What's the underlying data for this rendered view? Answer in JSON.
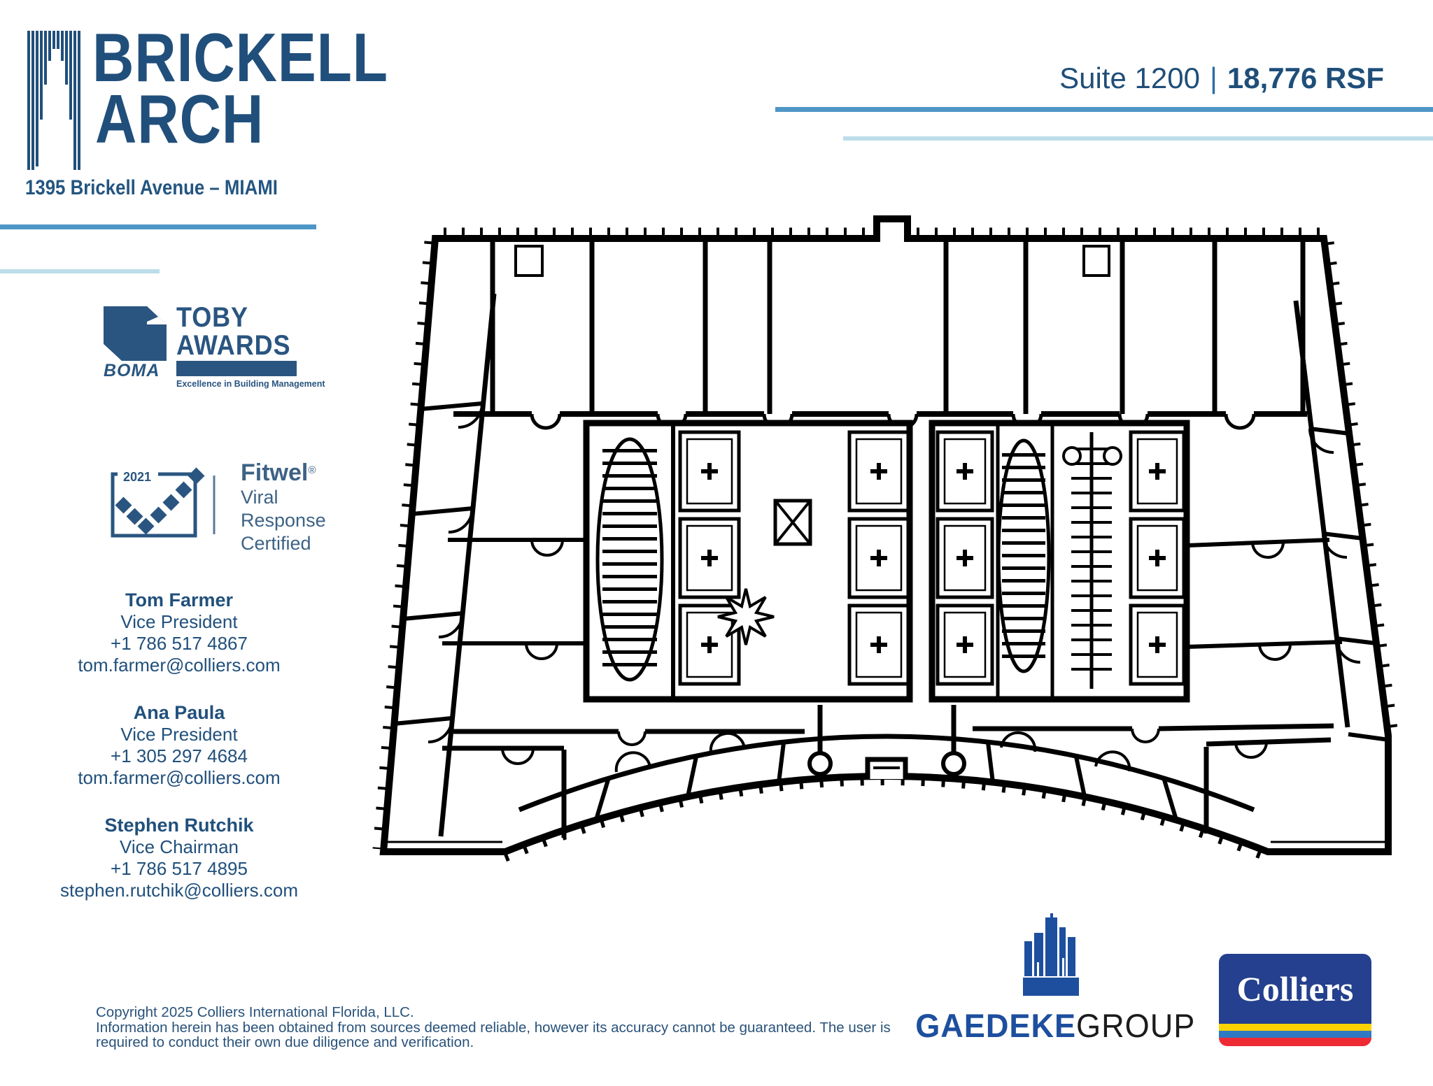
{
  "brand": {
    "line1": "BRICKELL",
    "line2": "ARCH",
    "address": "1395 Brickell Avenue – MIAMI"
  },
  "suite": {
    "label": "Suite 1200",
    "divider": "|",
    "rsf": "18,776 RSF"
  },
  "toby": {
    "line1": "TOBY",
    "line2": "AWARDS",
    "org": "BOMA",
    "tagline": "Excellence in Building Management"
  },
  "fitwel": {
    "year": "2021",
    "name": "Fitwel",
    "reg": "®",
    "line2": "Viral Response",
    "line3": "Certified"
  },
  "contacts": [
    {
      "name": "Tom Farmer",
      "title": "Vice President",
      "phone": "+1 786 517 4867",
      "email": "tom.farmer@colliers.com"
    },
    {
      "name": "Ana Paula",
      "title": "Vice President",
      "phone": "+1 305 297 4684",
      "email": "tom.farmer@colliers.com"
    },
    {
      "name": "Stephen Rutchik",
      "title": "Vice Chairman",
      "phone": "+1 786 517 4895",
      "email": "stephen.rutchik@colliers.com"
    }
  ],
  "footer": {
    "copyright_lines": [
      "Copyright 2025 Colliers International Florida, LLC.",
      "Information herein has been obtained from sources deemed reliable, however its accuracy cannot be guaranteed. The user is",
      "required to conduct their own due diligence and verification."
    ]
  },
  "partners": {
    "gaedeke": {
      "name_bold": "GAEDEKE",
      "name_regular": "GROUP"
    },
    "colliers": {
      "name": "Colliers"
    }
  },
  "colors": {
    "navy": "#1f4e79",
    "rule_medium": "#4e96c6",
    "rule_light": "#bcdde9",
    "gaedeke_blue": "#1d4f9e",
    "colliers_blue": "#24408e",
    "colliers_yellow": "#ffd200",
    "colliers_stripe_blue": "#2e79c2",
    "colliers_red": "#ee2a35",
    "plan_ink": "#000000"
  }
}
